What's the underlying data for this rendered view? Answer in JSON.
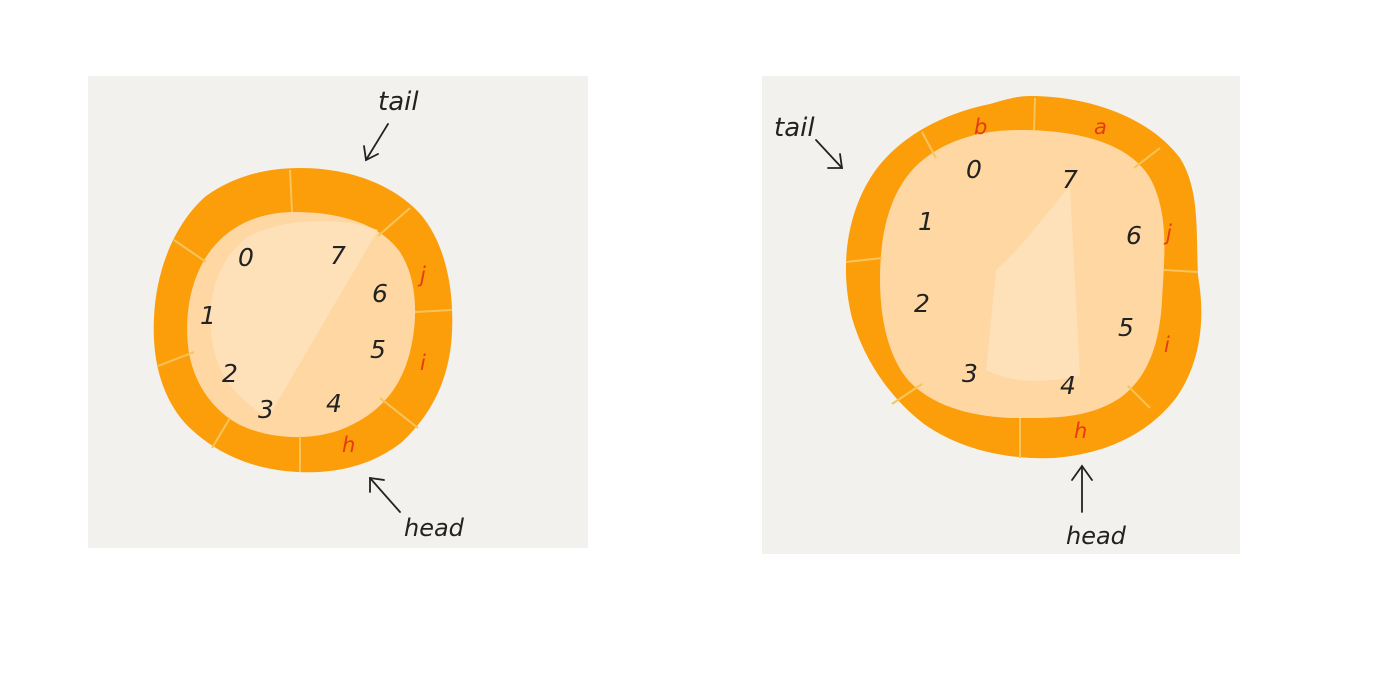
{
  "colors": {
    "panel_bg": "#f2f1ee",
    "ring": "#fb9e0a",
    "divider": "#f7c45c",
    "inner": "#fed7a2",
    "inner_sweep": "#fde4c0",
    "index_text": "#222222",
    "element_text": "#e53a13",
    "label_text": "#222222"
  },
  "diagrams": [
    {
      "id": "left",
      "indices": [
        "0",
        "1",
        "2",
        "3",
        "4",
        "5",
        "6",
        "7"
      ],
      "elements": [
        {
          "slot": "6",
          "text": "j"
        },
        {
          "slot": "5",
          "text": "i"
        },
        {
          "slot": "4",
          "text": "h"
        }
      ],
      "pointers": {
        "tail": {
          "label": "tail"
        },
        "head": {
          "label": "head"
        }
      }
    },
    {
      "id": "right",
      "indices": [
        "0",
        "1",
        "2",
        "3",
        "4",
        "5",
        "6",
        "7"
      ],
      "elements": [
        {
          "slot": "0",
          "text": "b"
        },
        {
          "slot": "7",
          "text": "a"
        },
        {
          "slot": "6",
          "text": "j"
        },
        {
          "slot": "5",
          "text": "i"
        },
        {
          "slot": "4",
          "text": "h"
        }
      ],
      "pointers": {
        "tail": {
          "label": "tail"
        },
        "head": {
          "label": "head"
        }
      }
    }
  ]
}
